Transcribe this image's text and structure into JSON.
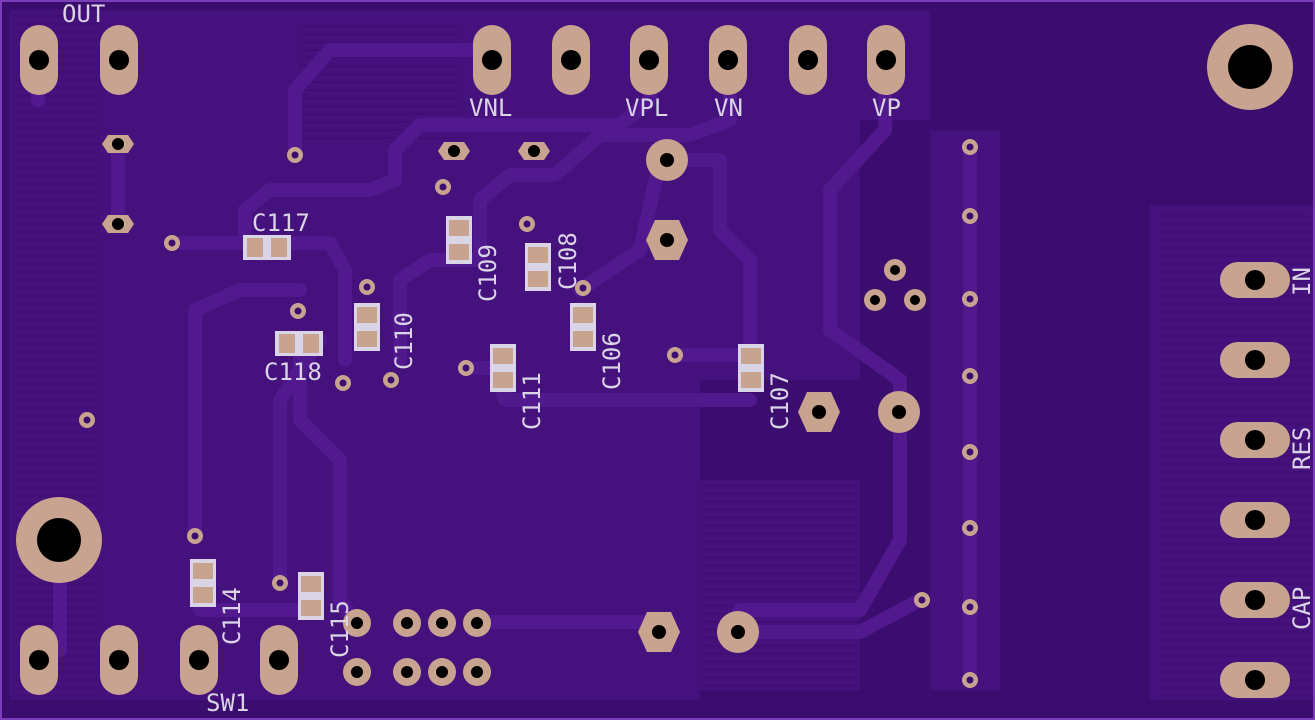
{
  "board": {
    "colors": {
      "substrate": "#3b0d6e",
      "copper_fill": "#4a1483",
      "trace": "#50198c",
      "pad": "#c8a38f",
      "drill": "#000000",
      "silkscreen": "#d9d4e6",
      "outline": "#7a3fb8"
    }
  },
  "labels": {
    "out": "OUT",
    "vnl": "VNL",
    "vpl": "VPL",
    "vn": "VN",
    "vp": "VP",
    "sw1": "SW1",
    "in": "IN",
    "res": "RES",
    "cap": "CAP",
    "c117": "C117",
    "c118": "C118",
    "c109": "C109",
    "c108": "C108",
    "c110": "C110",
    "c111": "C111",
    "c106": "C106",
    "c107": "C107",
    "c114": "C114",
    "c115": "C115"
  }
}
